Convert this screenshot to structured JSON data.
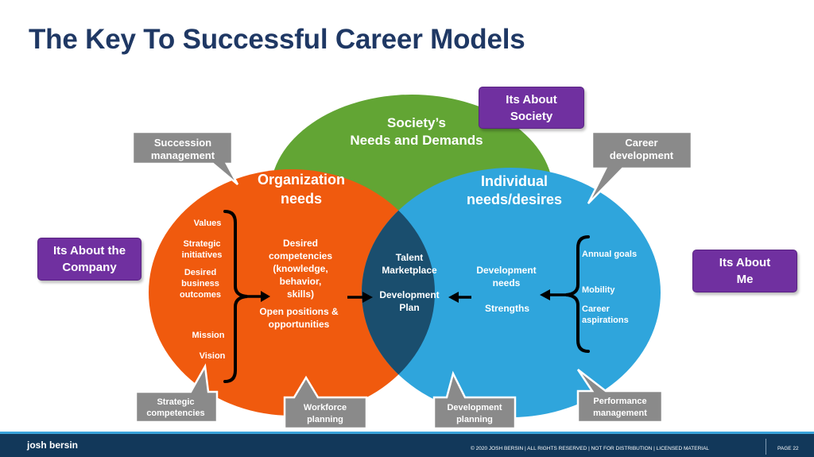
{
  "title": "The Key To Successful Career Models",
  "circles": {
    "society": {
      "line1": "Society’s",
      "line2": "Needs and Demands",
      "color": "#62a534"
    },
    "organization": {
      "line1": "Organization",
      "line2": "needs",
      "color": "#f05a0e"
    },
    "individual": {
      "line1": "Individual",
      "line2": "needs/desires",
      "color": "#2fa5dc"
    },
    "overlap_color": "#1a4e6e"
  },
  "org_left_list": {
    "values": "Values",
    "strategic_initiatives": [
      "Strategic",
      "initiatives"
    ],
    "desired_outcomes": [
      "Desired",
      "business",
      "outcomes"
    ],
    "mission": "Mission",
    "vision": "Vision"
  },
  "org_center": {
    "competencies": [
      "Desired",
      "competencies",
      "(knowledge,",
      "behavior,",
      "skills)"
    ],
    "positions": [
      "Open positions &",
      "opportunities"
    ]
  },
  "overlap": {
    "talent": [
      "Talent",
      "Marketplace"
    ],
    "plan": [
      "Development",
      "Plan"
    ]
  },
  "individual_center": {
    "development_needs": [
      "Development",
      "needs"
    ],
    "strengths": "Strengths"
  },
  "individual_right_list": {
    "annual_goals": "Annual goals",
    "mobility": "Mobility",
    "career_aspirations": [
      "Career",
      "aspirations"
    ]
  },
  "callouts": {
    "succession": [
      "Succession",
      "management"
    ],
    "career_dev": [
      "Career",
      "development"
    ],
    "strategic_comp": [
      "Strategic",
      "competencies"
    ],
    "workforce": [
      "Workforce",
      "planning"
    ],
    "dev_planning": [
      "Development",
      "planning"
    ],
    "performance": [
      "Performance",
      "management"
    ]
  },
  "purple_boxes": {
    "society": [
      "Its About",
      "Society"
    ],
    "company": [
      "Its About the",
      "Company"
    ],
    "me": [
      "Its About",
      "Me"
    ]
  },
  "footer": {
    "logo": "josh bersin",
    "copyright": "© 2020 JOSH BERSIN | ALL RIGHTS RESERVED | NOT FOR DISTRIBUTION | LICENSED MATERIAL",
    "page": "PAGE  22"
  }
}
